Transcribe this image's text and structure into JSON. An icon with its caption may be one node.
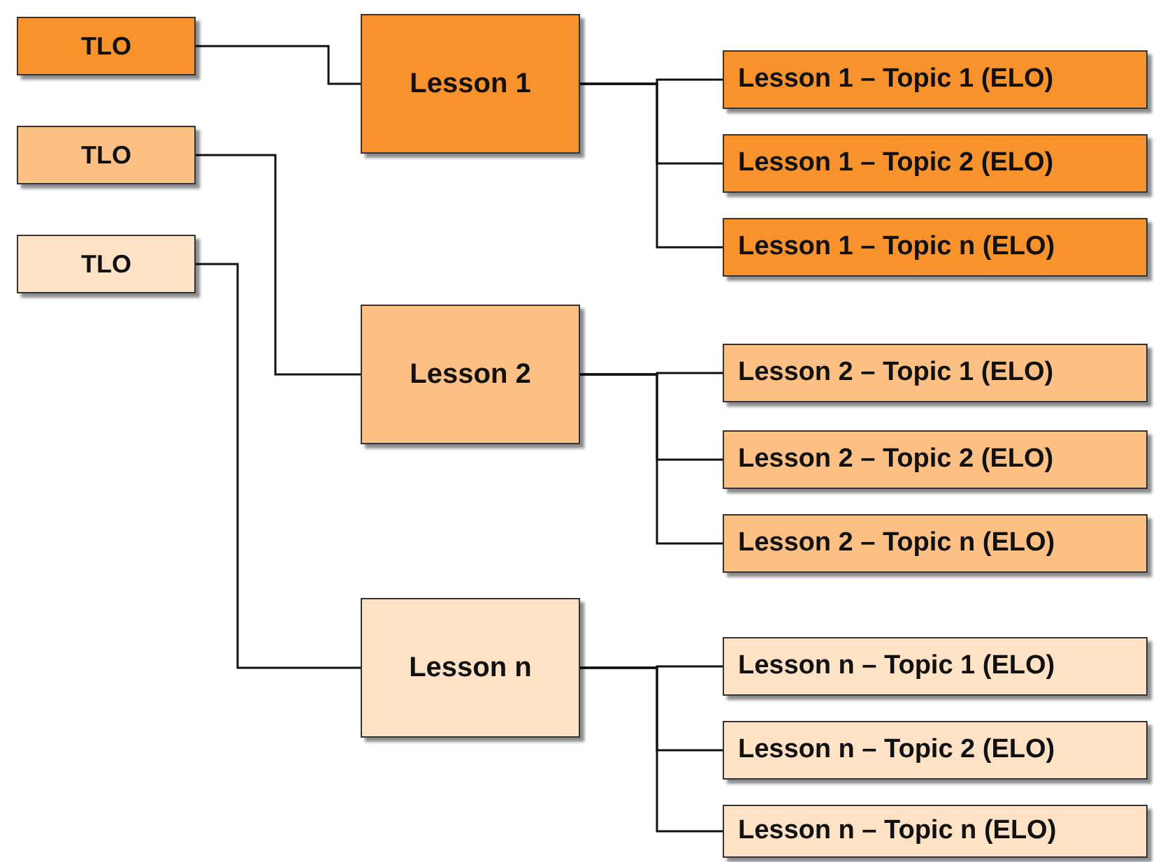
{
  "diagram": {
    "nodes": [
      {
        "text": [
          "TLO"
        ]
      },
      {
        "text": [
          "TLO"
        ]
      },
      {
        "text": [
          "TLO"
        ]
      },
      {
        "text": [
          "Lesson 1"
        ]
      },
      {
        "text": [
          "Lesson 1 – Topic 1 (ELO)"
        ]
      },
      {
        "text": [
          "Lesson 1 – Topic 2 (ELO)"
        ]
      },
      {
        "text": [
          "Lesson 1 – Topic n (ELO)"
        ]
      },
      {
        "text": [
          "Lesson 2"
        ]
      },
      {
        "text": [
          "Lesson 2 – Topic 1 (ELO)"
        ]
      },
      {
        "text": [
          "Lesson 2 – Topic 2 (ELO)"
        ]
      },
      {
        "text": [
          "Lesson 2 – Topic n (ELO)"
        ]
      },
      {
        "text": [
          "Lesson n"
        ]
      },
      {
        "text": [
          "Lesson n – Topic 1 (ELO)"
        ]
      },
      {
        "text": [
          "Lesson n – Topic 2 (ELO)"
        ]
      },
      {
        "text": [
          "Lesson n – Topic n (ELO)"
        ]
      }
    ],
    "edges": [
      {
        "from": 0,
        "to": 3,
        "arrow": "none"
      },
      {
        "from": 1,
        "to": 7,
        "arrow": "none"
      },
      {
        "from": 2,
        "to": 11,
        "arrow": "none"
      },
      {
        "from": 3,
        "to": 4,
        "arrow": "none"
      },
      {
        "from": 3,
        "to": 5,
        "arrow": "none"
      },
      {
        "from": 3,
        "to": 6,
        "arrow": "none"
      },
      {
        "from": 7,
        "to": 8,
        "arrow": "none"
      },
      {
        "from": 7,
        "to": 9,
        "arrow": "none"
      },
      {
        "from": 7,
        "to": 10,
        "arrow": "none"
      },
      {
        "from": 11,
        "to": 12,
        "arrow": "none"
      },
      {
        "from": 11,
        "to": 13,
        "arrow": "none"
      },
      {
        "from": 11,
        "to": 14,
        "arrow": "none"
      }
    ]
  }
}
